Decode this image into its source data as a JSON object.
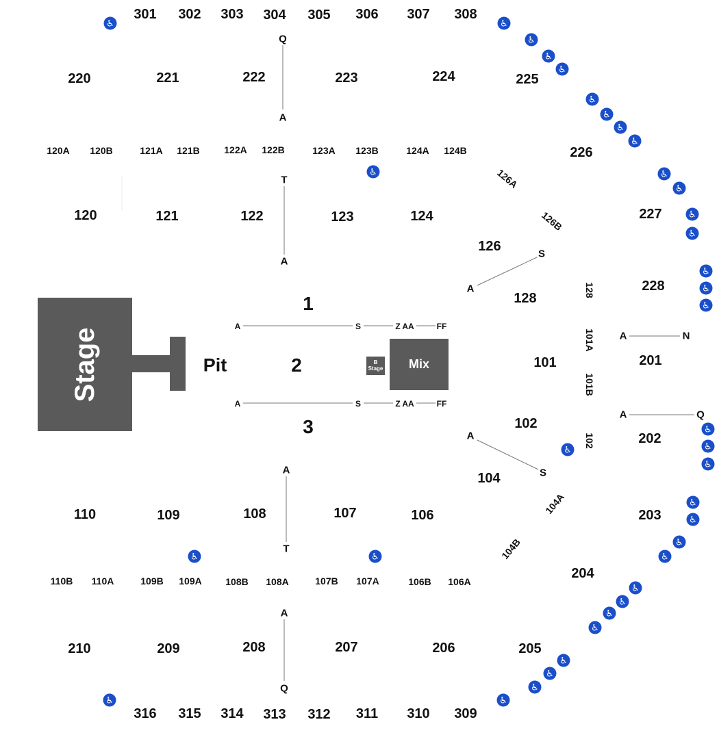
{
  "venue": {
    "stage_label": "Stage",
    "pit_label": "Pit",
    "mix_label": "Mix",
    "bstage_line1": "B",
    "bstage_line2": "Stage"
  },
  "floor": {
    "section_1": "1",
    "section_2": "2",
    "section_3": "3",
    "rows_top": [
      "A",
      "S",
      "Z",
      "AA",
      "FF"
    ],
    "rows_bottom": [
      "A",
      "S",
      "Z",
      "AA",
      "FF"
    ]
  },
  "sections_300_top": [
    "301",
    "302",
    "303",
    "304",
    "305",
    "306",
    "307",
    "308"
  ],
  "sections_300_bottom": [
    "316",
    "315",
    "314",
    "313",
    "312",
    "311",
    "310",
    "309"
  ],
  "sections_200_top": [
    "220",
    "221",
    "222",
    "223",
    "224",
    "225"
  ],
  "sections_200_right": [
    "226",
    "227",
    "228",
    "201",
    "202",
    "203",
    "204"
  ],
  "sections_200_bottom": [
    "210",
    "209",
    "208",
    "207",
    "206",
    "205"
  ],
  "sections_100_top_ab": [
    "120A",
    "120B",
    "121A",
    "121B",
    "122A",
    "122B",
    "123A",
    "123B",
    "124A",
    "124B"
  ],
  "sections_100_top": [
    "120",
    "121",
    "122",
    "123",
    "124"
  ],
  "sections_100_bottom": [
    "110",
    "109",
    "108",
    "107",
    "106"
  ],
  "sections_100_bottom_ab": [
    "110B",
    "110A",
    "109B",
    "109A",
    "108B",
    "108A",
    "107B",
    "107A",
    "106B",
    "106A"
  ],
  "sections_100_right": [
    "126A",
    "126B",
    "126",
    "128",
    "101",
    "102",
    "104",
    "104A",
    "104B"
  ],
  "sections_100_right_vertical": [
    "128",
    "101A",
    "101B",
    "102"
  ],
  "row_markers": {
    "upper_222": [
      "Q",
      "A"
    ],
    "lower_122": [
      "T",
      "A"
    ],
    "lower_108": [
      "A",
      "T"
    ],
    "upper_208": [
      "A",
      "Q"
    ],
    "sec_126": [
      "A",
      "S"
    ],
    "sec_104": [
      "A",
      "S"
    ],
    "sec_201": [
      "A",
      "N"
    ],
    "sec_202": [
      "A",
      "Q"
    ]
  },
  "icons": {
    "accessible": "wheelchair-icon",
    "glyph": "♿"
  },
  "colors": {
    "stage_fill": "#5a5a5a",
    "accessible_blue": "#1a4fc9",
    "text": "#111111"
  }
}
